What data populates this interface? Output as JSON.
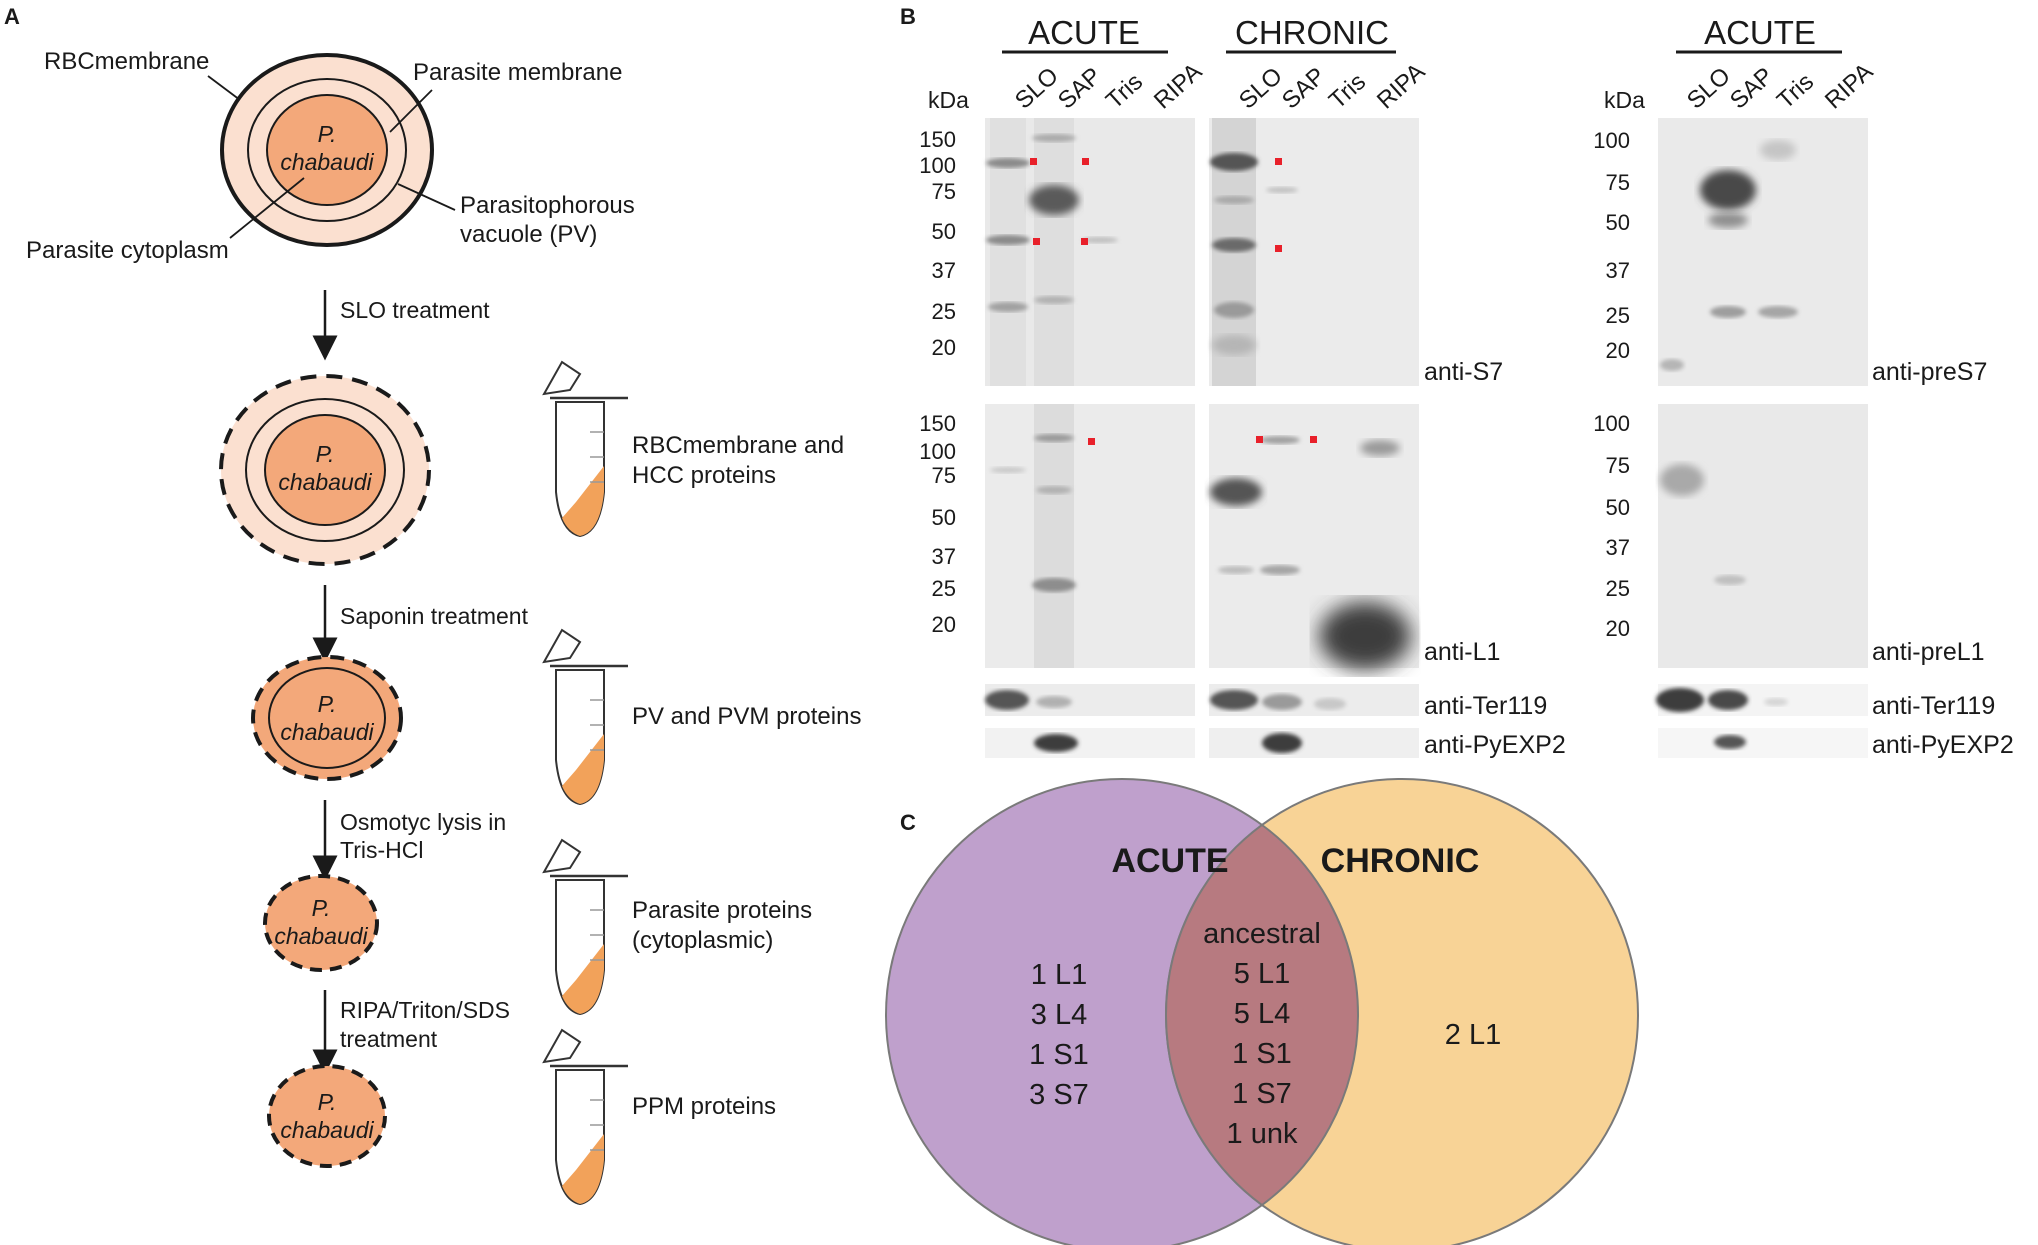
{
  "panels": {
    "a": "A",
    "b": "B",
    "c": "C"
  },
  "colors": {
    "pv_fill": "#fbe0d0",
    "parasite_fill": "#f3a87a",
    "tube_liquid": "#f2a25a",
    "marker_red": "#e8202a",
    "acute_purple": "#bfa0cc",
    "chronic_orange": "#f8d396",
    "overlap": "#b77a80",
    "blot_bg": "#e9e9e9"
  },
  "panel_a": {
    "labels": {
      "rbc_membrane": "RBCmembrane",
      "parasite_membrane": "Parasite membrane",
      "pv_line1": "Parasitophorous",
      "pv_line2": "vacuole (PV)",
      "cytoplasm": "Parasite cytoplasm"
    },
    "parasite_line1": "P.",
    "parasite_line2": "chabaudi",
    "steps": {
      "slo": "SLO treatment",
      "saponin": "Saponin treatment",
      "osmotic_line1": "Osmotyc lysis in",
      "osmotic_line2": "Tris-HCl",
      "ripa_line1": "RIPA/Triton/SDS",
      "ripa_line2": "treatment"
    },
    "fractions": {
      "f1_line1": "RBCmembrane and",
      "f1_line2": "HCC proteins",
      "f2": "PV and PVM proteins",
      "f3_line1": "Parasite proteins",
      "f3_line2": "(cytoplasmic)",
      "f4": "PPM proteins"
    }
  },
  "panel_b": {
    "headers": {
      "acute": "ACUTE",
      "chronic": "CHRONIC"
    },
    "kda": "kDa",
    "lanes": [
      "SLO",
      "SAP",
      "Tris",
      "RIPA"
    ],
    "ladder_left_top": [
      "150",
      "100",
      "75",
      "50",
      "37",
      "25",
      "20"
    ],
    "ladder_right": [
      "100",
      "75",
      "50",
      "37",
      "25",
      "20"
    ],
    "antibodies": {
      "s7": "anti-S7",
      "l1": "anti-L1",
      "ter119": "anti-Ter119",
      "pyexp2": "anti-PyEXP2",
      "pres7": "anti-preS7",
      "prel1": "anti-preL1"
    }
  },
  "panel_c": {
    "acute": "ACUTE",
    "chronic": "CHRONIC",
    "acute_only": [
      "1 L1",
      "3 L4",
      "1 S1",
      "3 S7"
    ],
    "shared": [
      "ancestral",
      "5 L1",
      "5 L4",
      "1 S1",
      "1 S7",
      "1 unk"
    ],
    "chronic_only": [
      "2 L1"
    ]
  }
}
